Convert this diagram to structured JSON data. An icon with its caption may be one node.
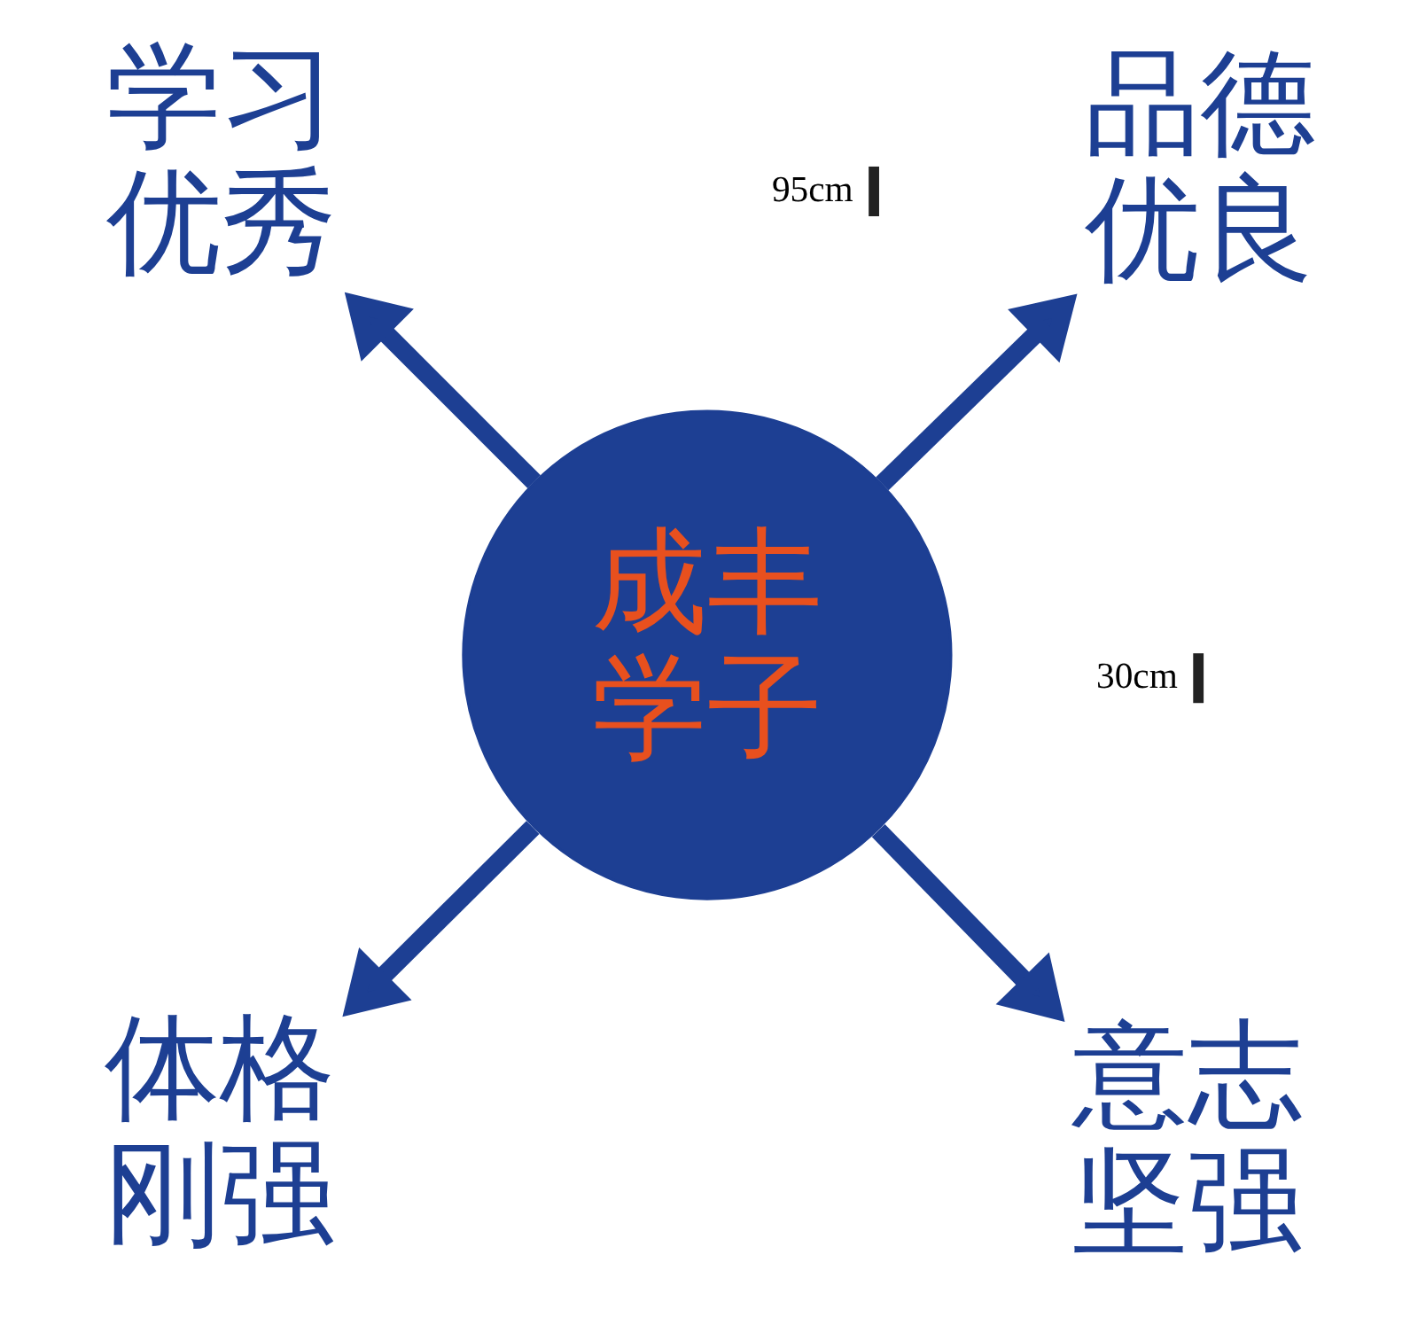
{
  "diagram": {
    "nodes": [
      {
        "text": [
          "学习优秀"
        ]
      },
      {
        "text": [
          "品德优良"
        ]
      },
      {
        "text": [
          "成丰学子"
        ]
      },
      {
        "text": [
          "体格刚强"
        ]
      },
      {
        "text": [
          "意志坚强"
        ]
      }
    ],
    "edges": [
      {
        "from": 2,
        "to": 0,
        "arrow": "to"
      },
      {
        "from": 2,
        "to": 1,
        "arrow": "to"
      },
      {
        "from": 2,
        "to": 3,
        "arrow": "to"
      },
      {
        "from": 2,
        "to": 4,
        "arrow": "to"
      }
    ],
    "labels": [
      "30cm",
      "95cm"
    ]
  }
}
